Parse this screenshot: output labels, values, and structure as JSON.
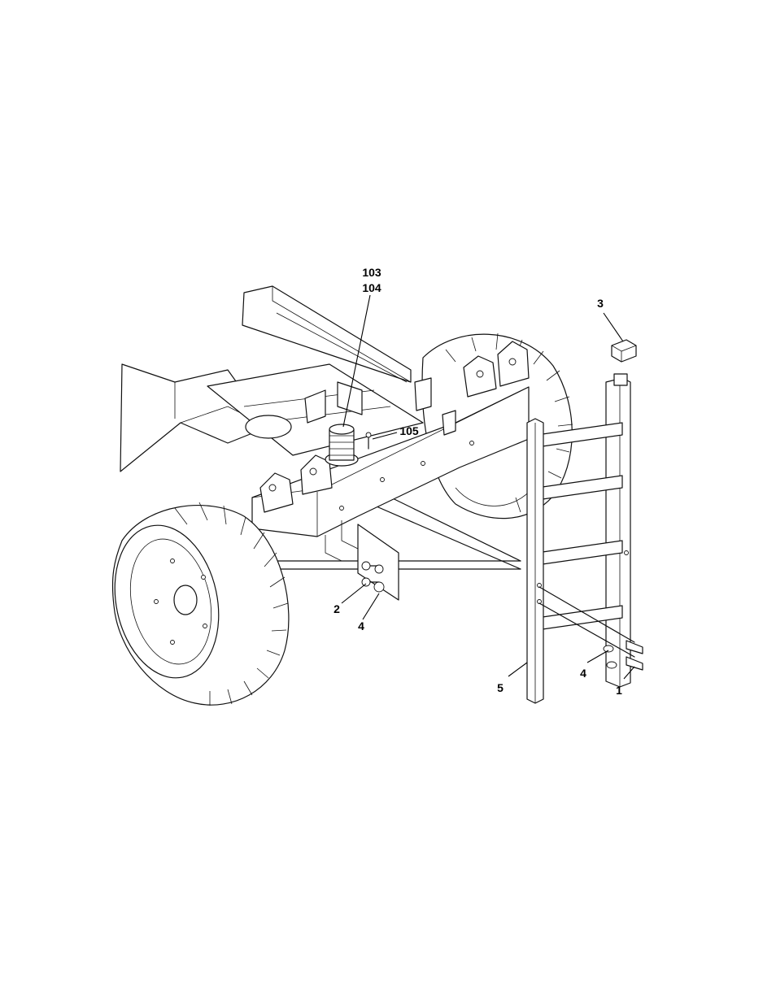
{
  "callouts": {
    "c103": "103",
    "c104": "104",
    "c105": "105",
    "c3": "3",
    "c2": "2",
    "c4_left": "4",
    "c5": "5",
    "c4_right": "4",
    "c1": "1"
  }
}
